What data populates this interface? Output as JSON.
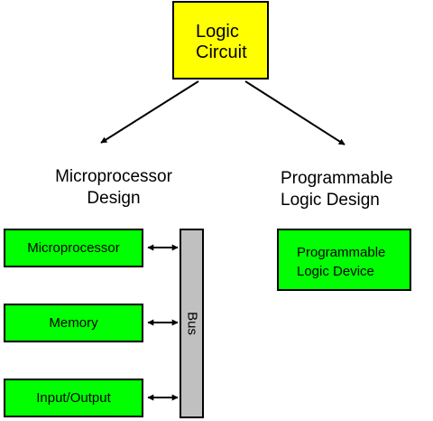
{
  "root": {
    "line1": "Logic",
    "line2": "Circuit"
  },
  "branches": {
    "left": {
      "line1": "Microprocessor",
      "line2": "Design"
    },
    "right": {
      "line1": "Programmable",
      "line2": "Logic Design"
    }
  },
  "microprocessor_system": {
    "blocks": [
      {
        "label": "Microprocessor"
      },
      {
        "label": "Memory"
      },
      {
        "label": "Input/Output"
      }
    ],
    "bus_label": "Bus"
  },
  "programmable_logic": {
    "device_line1": "Programmable",
    "device_line2": "Logic Device"
  },
  "colors": {
    "root_fill": "#ffff00",
    "block_fill": "#00ff00",
    "bus_fill": "#c0c0c0"
  }
}
